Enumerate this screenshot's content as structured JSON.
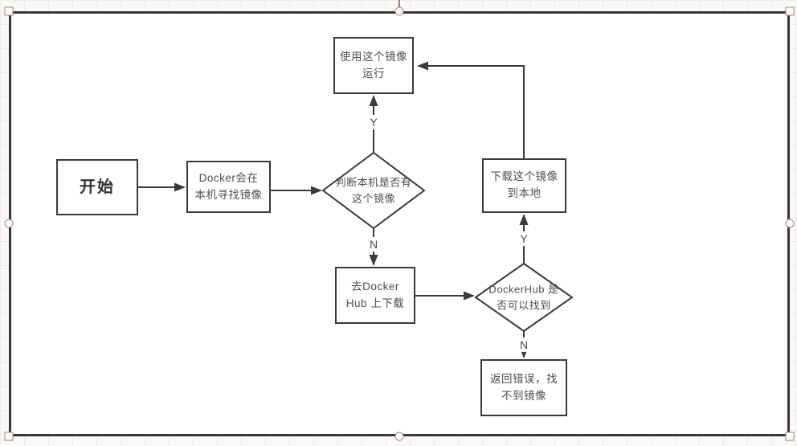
{
  "selection": {
    "image_border_color": "#3b3633",
    "handle_color": "#b08080"
  },
  "flowchart": {
    "line_color": "#3a3a3a",
    "nodes": {
      "start": {
        "label": "开始"
      },
      "find_local": {
        "lines": [
          "Docker会在",
          "本机寻找镜像"
        ]
      },
      "run_image": {
        "lines": [
          "使用这个镜像",
          "运行"
        ]
      },
      "check_local": {
        "lines": [
          "判断本机是否有",
          "这个镜像"
        ]
      },
      "download_local": {
        "lines": [
          "下载这个镜像",
          "到本地"
        ]
      },
      "go_hub": {
        "lines": [
          "去Docker",
          "Hub 上下载"
        ]
      },
      "check_hub": {
        "lines": [
          "DockerHub 是",
          "否可以找到"
        ]
      },
      "error": {
        "lines": [
          "返回错误，找",
          "不到镜像"
        ]
      }
    },
    "edge_labels": {
      "local_yes": "Y",
      "local_no": "N",
      "hub_yes": "Y",
      "hub_no": "N"
    }
  }
}
